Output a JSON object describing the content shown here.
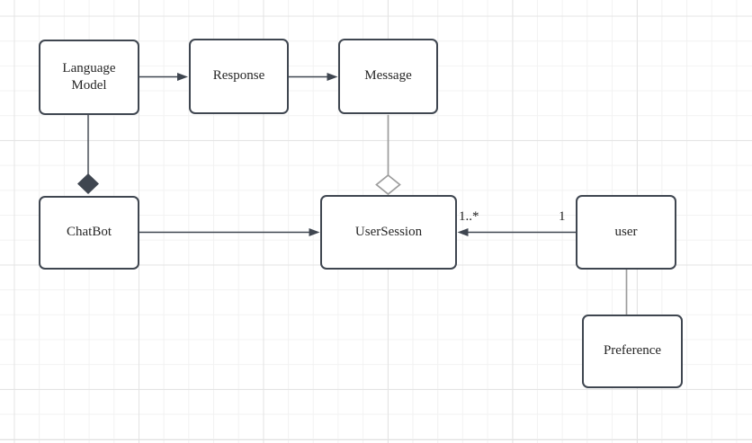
{
  "diagram": {
    "nodes": {
      "language_model": {
        "label": "Language Model"
      },
      "response": {
        "label": "Response"
      },
      "message": {
        "label": "Message"
      },
      "chatbot": {
        "label": "ChatBot"
      },
      "user_session": {
        "label": "UserSession"
      },
      "user": {
        "label": "user"
      },
      "preference": {
        "label": "Preference"
      }
    },
    "edges": {
      "language_model_to_response": {
        "from": "language_model",
        "to": "response",
        "type": "arrow"
      },
      "response_to_message": {
        "from": "response",
        "to": "message",
        "type": "arrow"
      },
      "language_model_to_chatbot": {
        "from": "language_model",
        "to": "chatbot",
        "type": "composition-diamond"
      },
      "message_to_user_session": {
        "from": "message",
        "to": "user_session",
        "type": "aggregation-diamond"
      },
      "chatbot_to_user_session": {
        "from": "chatbot",
        "to": "user_session",
        "type": "arrow"
      },
      "user_to_user_session": {
        "from": "user",
        "to": "user_session",
        "type": "arrow",
        "source_multiplicity": "1",
        "target_multiplicity": "1..*"
      },
      "user_to_preference": {
        "from": "user",
        "to": "preference",
        "type": "line"
      }
    },
    "colors": {
      "node_border": "#3f4650",
      "node_fill": "#ffffff",
      "edge_dark": "#3f4650",
      "edge_gray": "#9c9c9c",
      "grid_minor": "#f2f2f2",
      "grid_major": "#e4e4e4",
      "text": "#262626"
    }
  }
}
